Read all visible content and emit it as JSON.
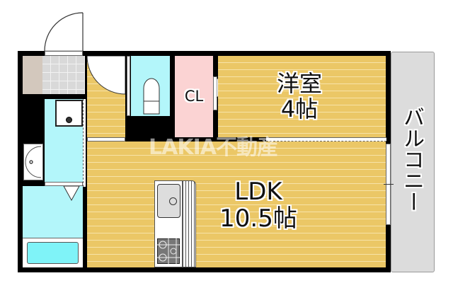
{
  "floorplan": {
    "rooms": {
      "western_room": {
        "name": "洋室",
        "size": "4帖"
      },
      "ldk": {
        "name": "LDK",
        "size": "10.5帖"
      },
      "closet": {
        "name": "CL"
      },
      "balcony": {
        "name": "バルコニー"
      }
    },
    "watermark": "LAKIA不動産",
    "colors": {
      "wall": "#000000",
      "floor": "#ebc766",
      "wet_area": "#b3f6fa",
      "closet": "#fbd3d3",
      "balcony": "#dcdcdc",
      "entrance_tile": "#d9d9d9",
      "shoe_box": "#d3c8bd"
    }
  }
}
